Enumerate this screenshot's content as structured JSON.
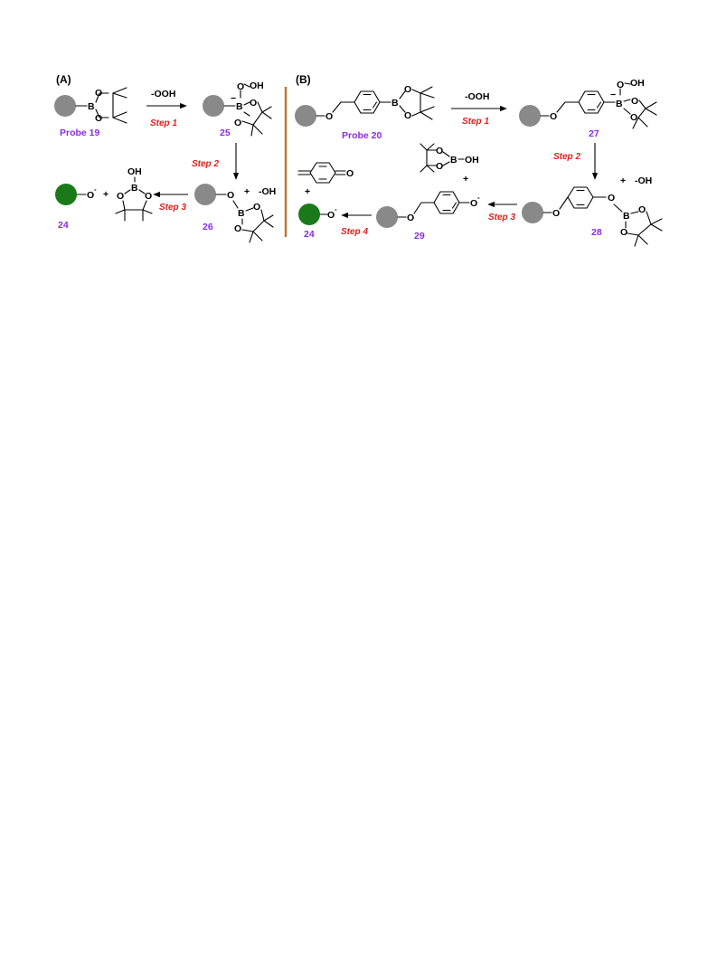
{
  "panels": {
    "a": "(A)",
    "b": "(B)"
  },
  "reagents": {
    "hydroperoxide_a": "-OOH",
    "hydroperoxide_b": "-OOH",
    "hydroxide_a": "-OH",
    "hydroxide_b": "-OH",
    "plus": "+"
  },
  "steps": {
    "s1": "Step 1",
    "s2": "Step 2",
    "s3": "Step 3",
    "s4": "Step 4"
  },
  "compounds": {
    "probe19": "Probe 19",
    "probe20": "Probe 20",
    "c24": "24",
    "c25": "25",
    "c26": "26",
    "c27": "27",
    "c28": "28",
    "c29": "29"
  },
  "atoms": {
    "B": "B",
    "O": "O",
    "OH": "OH",
    "minus": "−",
    "neg": "-"
  },
  "colors": {
    "probe_disc": "#898989",
    "fluorophore_disc": "#1a7a1a",
    "compound_label": "#8a2be2",
    "step_label": "#e01e1e",
    "divider": "#c0763a"
  }
}
